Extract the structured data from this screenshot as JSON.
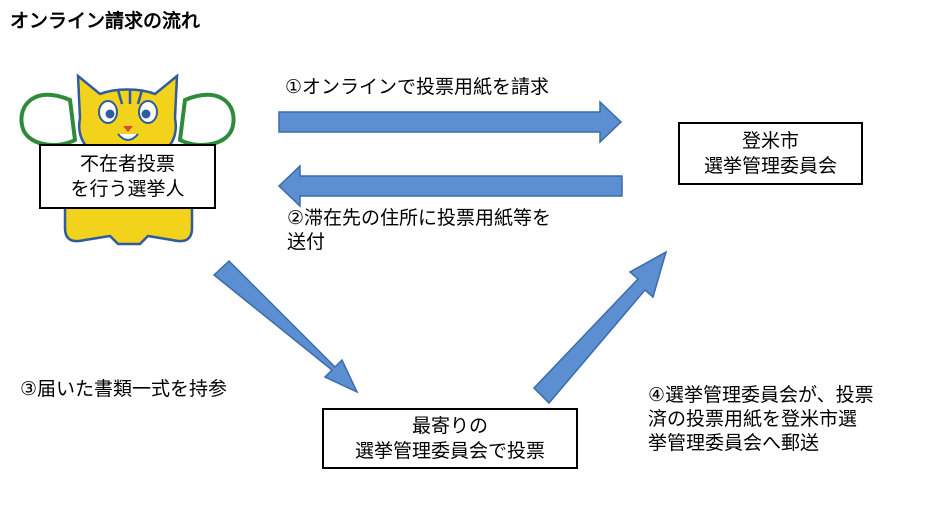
{
  "title": "オンライン請求の流れ",
  "nodes": {
    "voter": "不在者投票\nを行う選挙人",
    "committee": "登米市\n選挙管理委員会",
    "polling": "最寄りの\n選挙管理委員会で投票"
  },
  "steps": {
    "step1": "①オンラインで投票用紙を請求",
    "step2": "②滞在先の住所に投票用紙等を\n送付",
    "step3": "③届いた書類一式を持参",
    "step4": "④選挙管理委員会が、投票\n済の投票用紙を登米市選\n挙管理委員会へ郵送"
  },
  "colors": {
    "arrow": "#5b8fd1",
    "arrow_stroke": "#3a6cab",
    "mascot": "#f2d21b",
    "wings": "#2e8b3c"
  },
  "icons": {
    "mascot": "yellow-cat-mascot-with-green-wings"
  }
}
